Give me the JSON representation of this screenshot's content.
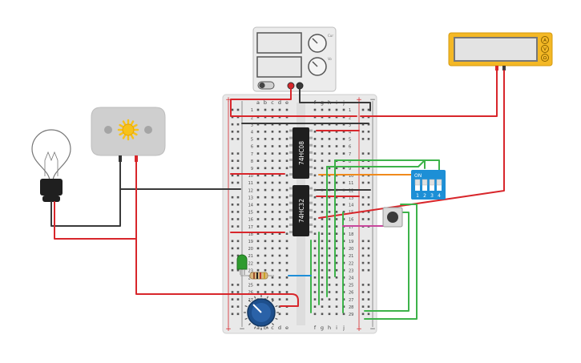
{
  "breadboard": {
    "columns_left": [
      "a",
      "b",
      "c",
      "d",
      "e"
    ],
    "columns_right": [
      "f",
      "g",
      "h",
      "i",
      "j"
    ],
    "row_numbers": [
      "1",
      "2",
      "3",
      "4",
      "5",
      "6",
      "7",
      "8",
      "9",
      "10",
      "11",
      "12",
      "13",
      "14",
      "15",
      "16",
      "17",
      "18",
      "19",
      "20",
      "21",
      "22",
      "23",
      "24",
      "25",
      "26",
      "27",
      "28",
      "29"
    ],
    "plus": "+",
    "minus": "−"
  },
  "chips": {
    "chip1_label": "74HC08",
    "chip2_label": "74HC32"
  },
  "power_supply": {
    "knob1_label": "Cur",
    "knob2_label": "Vo"
  },
  "multimeter": {
    "buttons": [
      "A",
      "V",
      "Ω"
    ]
  },
  "dip_switch": {
    "on_label": "ON",
    "positions": [
      "1",
      "2",
      "3",
      "4"
    ]
  },
  "colors": {
    "wire_red": "#d8262b",
    "wire_black": "#3a3a3a",
    "wire_green": "#3db34a",
    "wire_orange": "#f08a1c",
    "wire_magenta": "#c8479c",
    "wire_blue": "#1f8fd8",
    "multimeter_yellow": "#f4b825",
    "dip_blue": "#1d8fd6",
    "led_green": "#2e9b2e",
    "pot_blue": "#1e4f8c"
  }
}
